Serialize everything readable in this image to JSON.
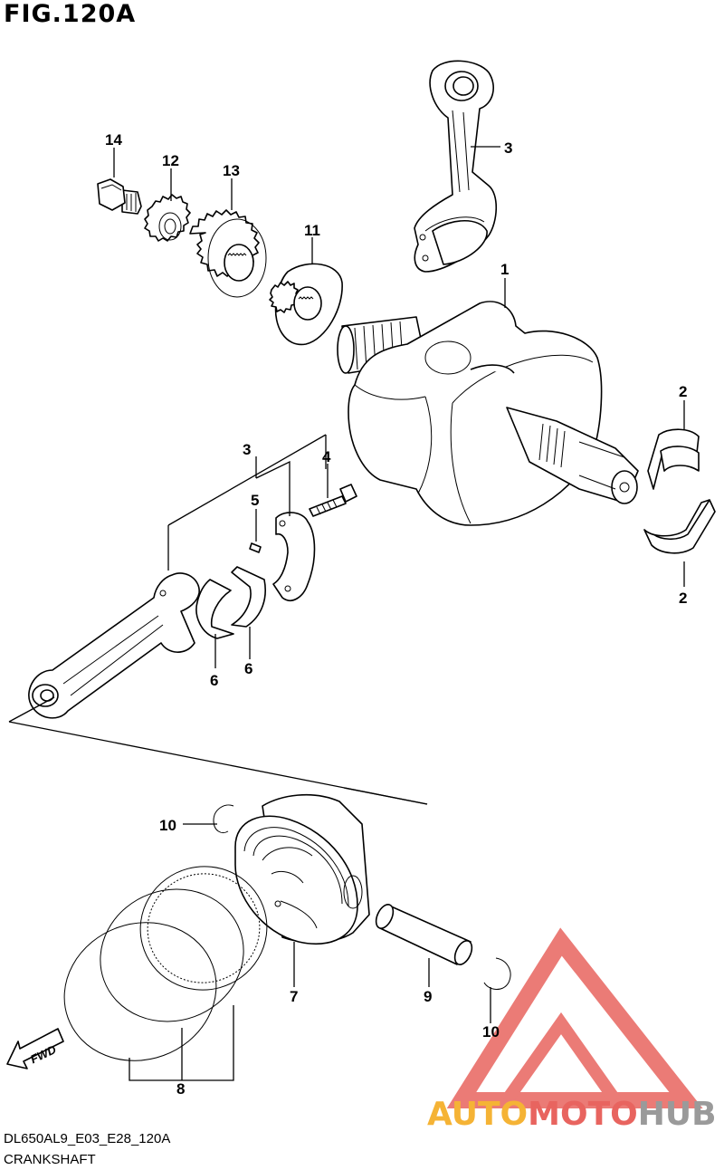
{
  "header": {
    "fig_title": "FIG.120A"
  },
  "footer": {
    "code": "DL650AL9_E03_E28_120A",
    "name": "CRANKSHAFT"
  },
  "callouts": [
    "1",
    "2",
    "2",
    "3",
    "3",
    "4",
    "5",
    "6",
    "6",
    "7",
    "8",
    "9",
    "10",
    "10",
    "11",
    "12",
    "13",
    "14"
  ],
  "fwd_label": "FWD",
  "watermark": {
    "text_part1": "AUTO",
    "text_part2": "MOTO",
    "text_part3": "HUB",
    "color_orange": "#f5b335",
    "color_red": "#e8645f",
    "color_gray": "#9a9a9a"
  }
}
